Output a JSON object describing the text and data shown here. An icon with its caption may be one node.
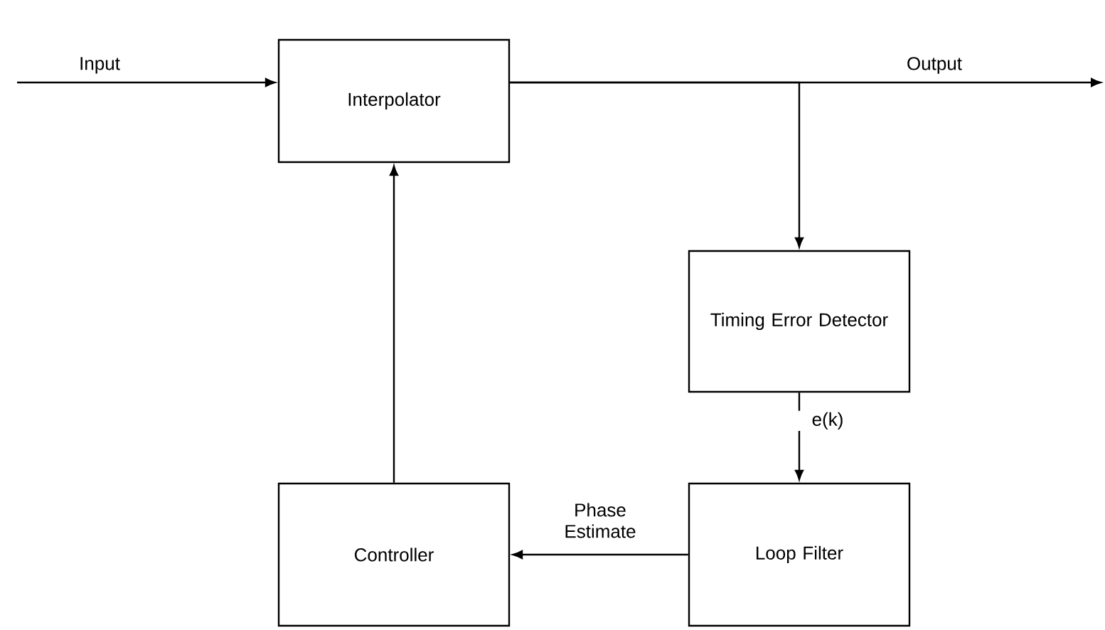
{
  "diagram": {
    "nodes": [
      {
        "text": [
          "Interpolator"
        ]
      },
      {
        "text": [
          "Timing Error Detector"
        ]
      },
      {
        "text": [
          "Loop Filter"
        ]
      },
      {
        "text": [
          "Controller"
        ]
      }
    ],
    "edges": [
      {
        "from": null,
        "to": 0,
        "arrow": "to",
        "label": "Input"
      },
      {
        "from": 0,
        "to": null,
        "arrow": "to",
        "label": "Output"
      },
      {
        "from": 0,
        "to": 1,
        "arrow": "to"
      },
      {
        "from": 1,
        "to": 2,
        "arrow": "to",
        "label": "e(k)"
      },
      {
        "from": 2,
        "to": 3,
        "arrow": "to",
        "label": "Phase Estimate"
      },
      {
        "from": 3,
        "to": 0,
        "arrow": "to"
      }
    ]
  }
}
